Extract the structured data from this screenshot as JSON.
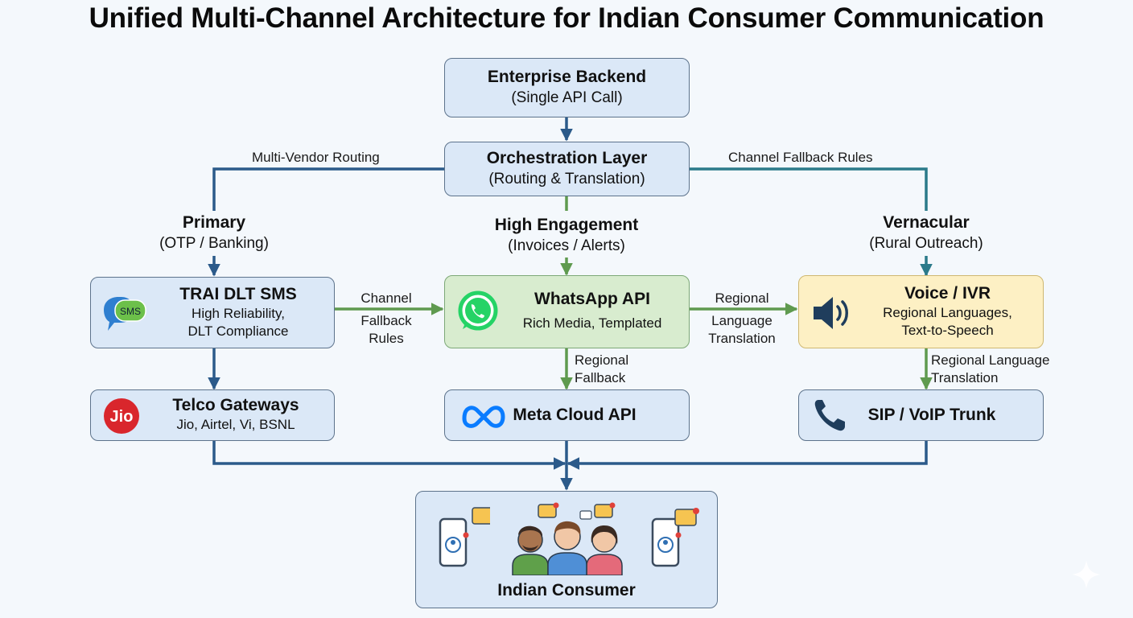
{
  "title": "Unified Multi-Channel Architecture for Indian Consumer Communication",
  "nodes": {
    "enterprise": {
      "title": "Enterprise Backend",
      "subtitle": "(Single API Call)"
    },
    "orchestration": {
      "title": "Orchestration Layer",
      "subtitle": "(Routing & Translation)"
    },
    "sms": {
      "title": "TRAI DLT SMS",
      "line1": "High Reliability,",
      "line2": "DLT Compliance",
      "icon_text": "SMS"
    },
    "whatsapp": {
      "title": "WhatsApp API",
      "subtitle": "Rich Media, Templated"
    },
    "voice": {
      "title": "Voice / IVR",
      "line1": "Regional Languages,",
      "line2": "Text-to-Speech"
    },
    "telco": {
      "title": "Telco Gateways",
      "subtitle": "Jio, Airtel, Vi, BSNL",
      "logo_text": "Jio"
    },
    "meta": {
      "title": "Meta Cloud API"
    },
    "sip": {
      "title": "SIP / VoIP Trunk"
    },
    "consumer": {
      "title": "Indian Consumer"
    }
  },
  "edge_labels": {
    "multi_vendor": "Multi-Vendor Routing",
    "fallback_rules_top": "Channel Fallback Rules",
    "channel_fallback_line1": "Channel",
    "channel_fallback_line2": "Fallback",
    "channel_fallback_line3": "Rules",
    "regional_translation_line1": "Regional",
    "regional_translation_line2": "Language",
    "regional_translation_line3": "Translation",
    "regional_fallback_line1": "Regional",
    "regional_fallback_line2": "Fallback",
    "regional_lang_line1": "Regional Language",
    "regional_lang_line2": "Translation"
  },
  "branch_labels": {
    "primary": {
      "title": "Primary",
      "subtitle": "(OTP / Banking)"
    },
    "engagement": {
      "title": "High Engagement",
      "subtitle": "(Invoices / Alerts)"
    },
    "vernacular": {
      "title": "Vernacular",
      "subtitle": "(Rural Outreach)"
    }
  },
  "colors": {
    "blue_line": "#2b5a8a",
    "green_line": "#5f9a4f",
    "teal_line": "#2b7a8a",
    "box_blue": "#dbe8f7",
    "box_green": "#d8eccf",
    "box_yellow": "#fdf0c4",
    "whatsapp_green": "#25d366",
    "jio_red": "#d9262c",
    "meta_blue": "#0a7cff"
  },
  "icons": [
    "sms-chat-icon",
    "whatsapp-icon",
    "speaker-icon",
    "jio-logo",
    "meta-logo-icon",
    "phone-icon",
    "mobile-phone-icon",
    "people-icon",
    "notification-bubble-icon"
  ]
}
